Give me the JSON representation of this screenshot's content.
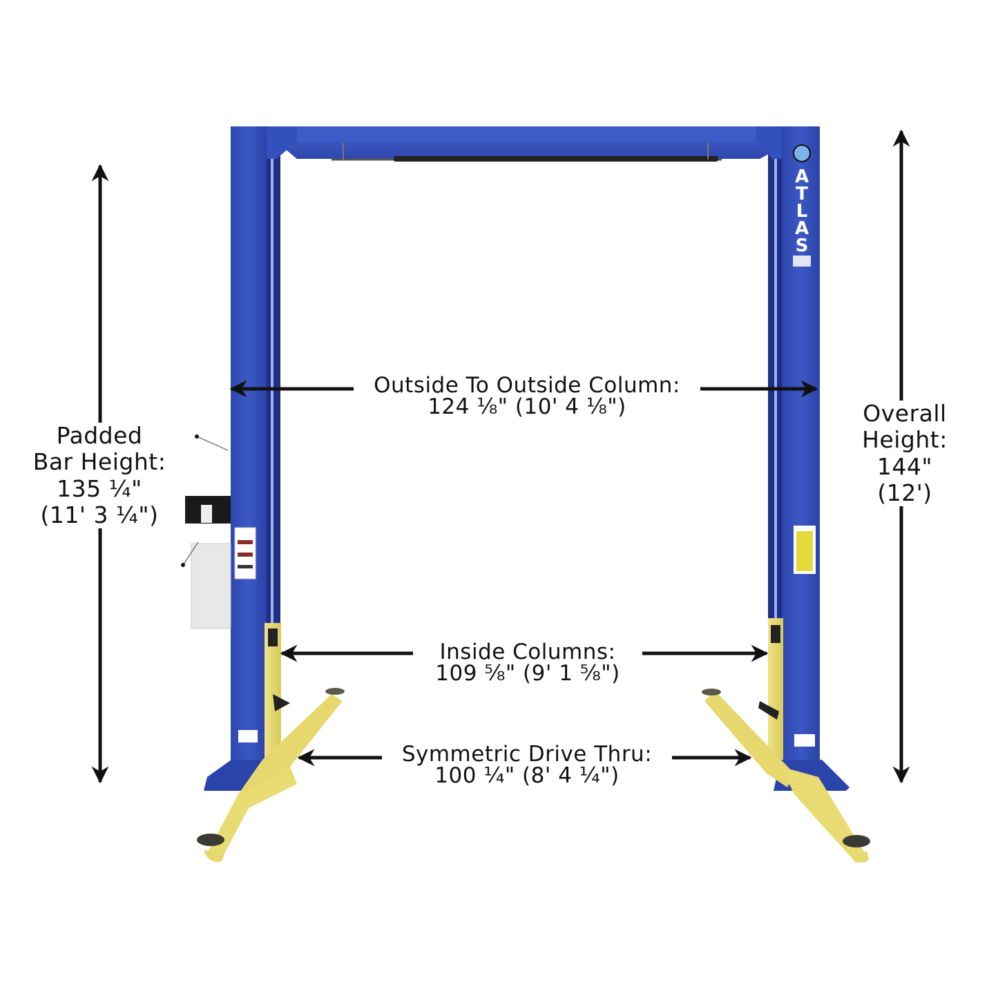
{
  "diagram": {
    "subject": "Two-post overhead vehicle lift",
    "brand": {
      "name": "ATLAS",
      "letters": [
        "A",
        "T",
        "L",
        "A",
        "S"
      ]
    },
    "colors": {
      "column_blue": "#3550B8",
      "column_blue_dark": "#1E2F86",
      "arm_yellow": "#E8DB72",
      "arm_yellow_dark": "#C9B84A",
      "pump_white": "#E6E6E6",
      "arrow": "#111111",
      "background": "#FFFFFF"
    },
    "dimensions": {
      "outside_to_outside": {
        "label": "Outside To Outside Column:",
        "value": "124 ⅛\" (10' 4 ⅛\")"
      },
      "inside_columns": {
        "label": "Inside Columns:",
        "value": "109 ⅝\" (9' 1 ⅝\")"
      },
      "drive_thru": {
        "label": "Symmetric Drive Thru:",
        "value": "100 ¼\" (8' 4 ¼\")"
      },
      "padded_bar_height": {
        "line1": "Padded",
        "line2": "Bar Height:",
        "value": "135 ¼\"",
        "value_ft": "(11' 3 ¼\")"
      },
      "overall_height": {
        "line1": "Overall",
        "line2": "Height:",
        "value": "144\"",
        "value_ft": "(12')"
      }
    }
  }
}
